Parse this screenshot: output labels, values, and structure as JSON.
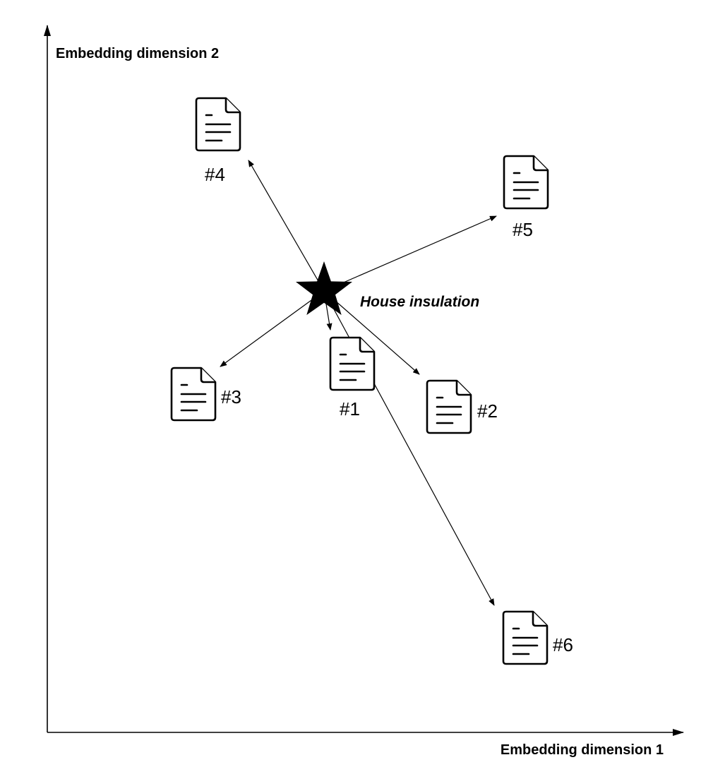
{
  "axes": {
    "x_label": "Embedding dimension 1",
    "y_label": "Embedding dimension 2"
  },
  "query": {
    "label": "House insulation",
    "icon": "star-icon"
  },
  "documents": [
    {
      "id": "doc-1",
      "label": "#1",
      "icon": "document-icon"
    },
    {
      "id": "doc-2",
      "label": "#2",
      "icon": "document-icon"
    },
    {
      "id": "doc-3",
      "label": "#3",
      "icon": "document-icon"
    },
    {
      "id": "doc-4",
      "label": "#4",
      "icon": "document-icon"
    },
    {
      "id": "doc-5",
      "label": "#5",
      "icon": "document-icon"
    },
    {
      "id": "doc-6",
      "label": "#6",
      "icon": "document-icon"
    }
  ]
}
